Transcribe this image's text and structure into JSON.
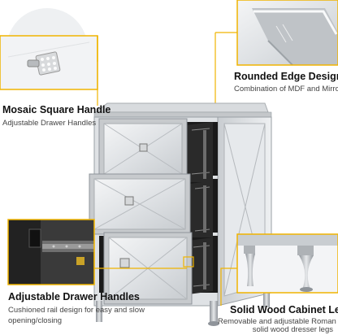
{
  "features": {
    "mosaic_handle": {
      "title": "Mosaic Square Handle",
      "subtitle": "Adjustable Drawer Handles"
    },
    "edge_design": {
      "title": "Rounded Edge Design",
      "subtitle": "Combination of MDF and Mirror"
    },
    "drawer_handles": {
      "title": "Adjustable Drawer Handles",
      "subtitle_line1": "Cushioned rail design for easy and slow",
      "subtitle_line2": "opening/closing"
    },
    "cabinet_legs": {
      "title": "Solid Wood Cabinet Legs",
      "subtitle_line1": "Removable and adjustable Roman",
      "subtitle_line2": "solid wood dresser legs"
    }
  },
  "colors": {
    "accent_gold": "#f0b400",
    "mirror_light": "#e8eaec",
    "mirror_dark": "#9ea3a8",
    "silver_trim": "#c4c7ca",
    "interior_dark": "#1a1a1a"
  }
}
